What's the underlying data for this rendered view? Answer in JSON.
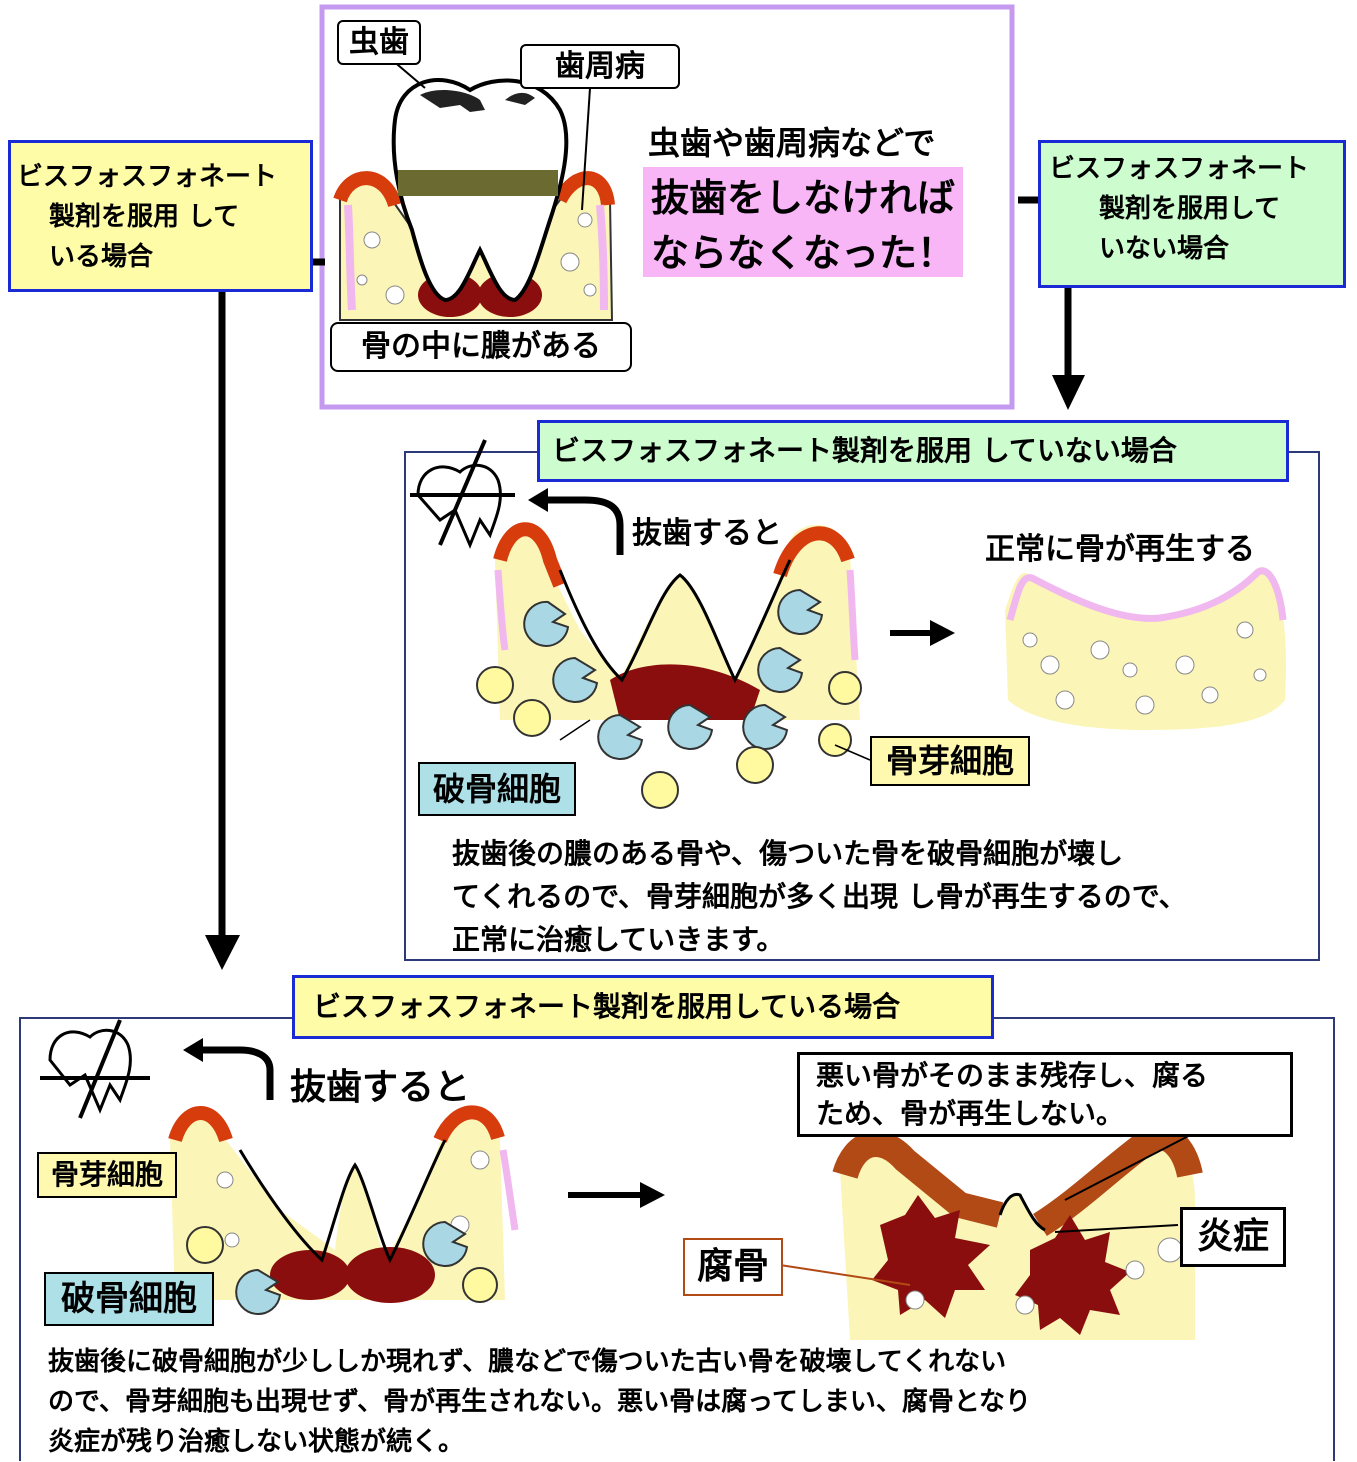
{
  "top": {
    "caries_label": "虫歯",
    "periodontal_label": "歯周病",
    "pus_label": "骨の中に膿がある",
    "line1": "虫歯や歯周病などで",
    "line2": "抜歯をしなければ",
    "line3": "ならなくなった！"
  },
  "left_branch": {
    "line1": "ビスフォスフォネート",
    "line2": "製剤を服用 して",
    "line3": "いる場合"
  },
  "right_branch": {
    "line1": "ビスフォスフォネート",
    "line2": "製剤を服用して",
    "line3": "いない場合"
  },
  "not_taking": {
    "header": "ビスフォスフォネート製剤を服用 していない場合",
    "extract_label": "抜歯すると",
    "normal_label": "正常に骨が再生する",
    "osteoblast_label": "骨芽細胞",
    "osteoclast_label": "破骨細胞",
    "desc1": "抜歯後の膿のある骨や、傷ついた骨を破骨細胞が壊し",
    "desc2": "てくれるので、骨芽細胞が多く出現 し骨が再生するので、",
    "desc3": "正常に治癒していきます。"
  },
  "taking": {
    "header": "ビスフォスフォネート製剤を服用している場合",
    "extract_label": "抜歯すると",
    "bad_bone1": "悪い骨がそのまま残存し、腐る",
    "bad_bone2": "ため、骨が再生しない。",
    "inflammation_label": "炎症",
    "necrosis_label": "腐骨",
    "osteoblast_label": "骨芽細胞",
    "osteoclast_label": "破骨細胞",
    "desc1": "抜歯後に破骨細胞が少ししか現れず、膿などで傷ついた古い骨を破壊してくれない",
    "desc2": "ので、骨芽細胞も出現せず、骨が再生されない。悪い骨は腐ってしまい、腐骨となり",
    "desc3": "炎症が残り治癒しない状態が続く。"
  },
  "colors": {
    "purple_frame": "#c39af0",
    "blue_border": "#1a2bd6",
    "gum_red": "#d63c0c",
    "pus_dark": "#8a0e0e",
    "bone_cream": "#fbf5b8",
    "cell_blue": "#a9d8e4",
    "cell_yellow": "#fffaa0"
  },
  "icons": [
    "extracted-tooth-icon",
    "curved-arrow-icon",
    "osteoclast-icon",
    "osteoblast-icon"
  ]
}
